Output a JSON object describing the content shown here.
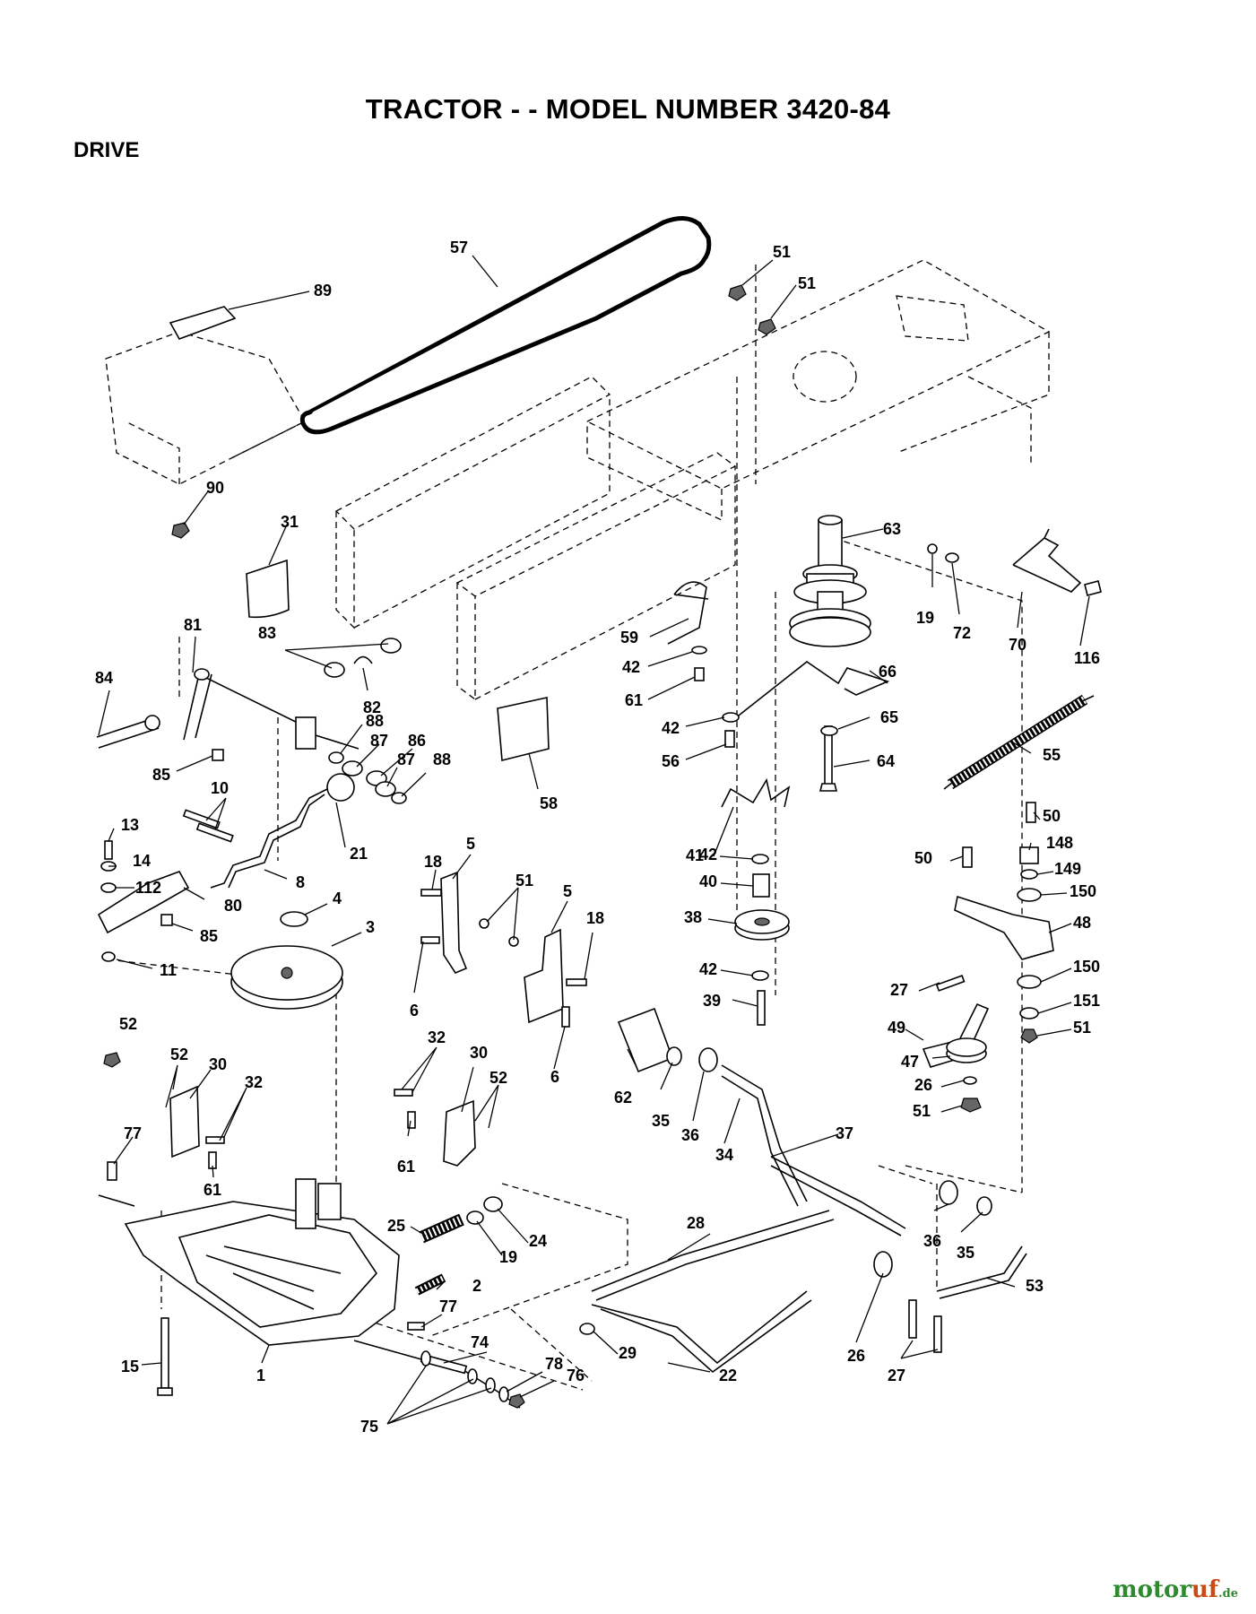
{
  "header": {
    "title": "TRACTOR - - MODEL NUMBER 3420-84",
    "section": "DRIVE"
  },
  "callouts": [
    "57",
    "51",
    "51",
    "89",
    "90",
    "31",
    "63",
    "19",
    "72",
    "70",
    "116",
    "81",
    "83",
    "82",
    "84",
    "88",
    "87",
    "86",
    "87",
    "88",
    "85",
    "59",
    "42",
    "61",
    "66",
    "42",
    "56",
    "65",
    "64",
    "55",
    "58",
    "13",
    "10",
    "21",
    "14",
    "8",
    "112",
    "80",
    "4",
    "85",
    "3",
    "11",
    "18",
    "5",
    "51",
    "5",
    "18",
    "6",
    "6",
    "41",
    "42",
    "40",
    "38",
    "42",
    "39",
    "50",
    "148",
    "50",
    "149",
    "150",
    "48",
    "27",
    "150",
    "49",
    "151",
    "51",
    "47",
    "26",
    "51",
    "52",
    "52",
    "30",
    "32",
    "77",
    "61",
    "32",
    "30",
    "52",
    "61",
    "62",
    "35",
    "36",
    "34",
    "37",
    "25",
    "24",
    "19",
    "2",
    "28",
    "36",
    "35",
    "53",
    "15",
    "1",
    "77",
    "74",
    "29",
    "22",
    "26",
    "27",
    "78",
    "76",
    "75"
  ],
  "watermark": {
    "brand_main": "motor",
    "brand_accent": "uf",
    "brand_tld": ".de"
  }
}
